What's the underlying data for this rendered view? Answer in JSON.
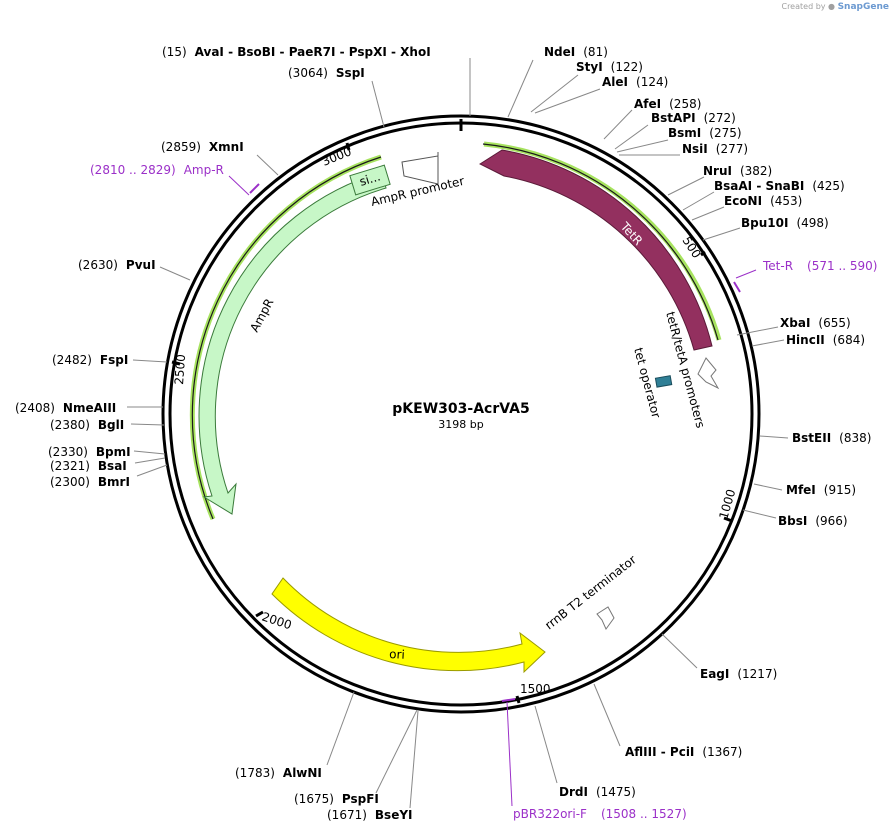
{
  "brand": {
    "prefix": "Created by",
    "name": "SnapGene"
  },
  "plasmid": {
    "name": "pKEW303-AcrVA5",
    "length_label": "3198 bp",
    "length": 3198
  },
  "ticks": [
    "500",
    "1000",
    "1500",
    "2000",
    "2500",
    "3000"
  ],
  "enzymes": [
    {
      "id": "xhoi-group",
      "pos": "(15)",
      "name": "AvaI  - BsoBI  - PaeR7I  - PspXI  - XhoI"
    },
    {
      "id": "sspi",
      "pos": "(3064)",
      "name": "SspI"
    },
    {
      "id": "ndei",
      "pos": "(81)",
      "name": "NdeI"
    },
    {
      "id": "styi",
      "pos": "(122)",
      "name": "StyI"
    },
    {
      "id": "alei",
      "pos": "(124)",
      "name": "AleI"
    },
    {
      "id": "afei",
      "pos": "(258)",
      "name": "AfeI"
    },
    {
      "id": "bstapi",
      "pos": "(272)",
      "name": "BstAPI"
    },
    {
      "id": "bsmi",
      "pos": "(275)",
      "name": "BsmI"
    },
    {
      "id": "nsii",
      "pos": "(277)",
      "name": "NsiI"
    },
    {
      "id": "nrui",
      "pos": "(382)",
      "name": "NruI"
    },
    {
      "id": "bsaai",
      "pos": "(425)",
      "name": "BsaAI  - SnaBI"
    },
    {
      "id": "econi",
      "pos": "(453)",
      "name": "EcoNI"
    },
    {
      "id": "bpu10i",
      "pos": "(498)",
      "name": "Bpu10I"
    },
    {
      "id": "xbai",
      "pos": "(655)",
      "name": "XbaI"
    },
    {
      "id": "hincii",
      "pos": "(684)",
      "name": "HincII"
    },
    {
      "id": "bsteii",
      "pos": "(838)",
      "name": "BstEII"
    },
    {
      "id": "mfei",
      "pos": "(915)",
      "name": "MfeI"
    },
    {
      "id": "bbsi",
      "pos": "(966)",
      "name": "BbsI"
    },
    {
      "id": "eagi",
      "pos": "(1217)",
      "name": "EagI"
    },
    {
      "id": "afliii",
      "pos": "(1367)",
      "name": "AflIII  - PciI"
    },
    {
      "id": "drdi",
      "pos": "(1475)",
      "name": "DrdI"
    },
    {
      "id": "alwni",
      "pos": "(1783)",
      "name": "AlwNI"
    },
    {
      "id": "pspfi",
      "pos": "(1675)",
      "name": "PspFI"
    },
    {
      "id": "bseyi",
      "pos": "(1671)",
      "name": "BseYI"
    },
    {
      "id": "bmri",
      "pos": "(2300)",
      "name": "BmrI"
    },
    {
      "id": "bsai",
      "pos": "(2321)",
      "name": "BsaI"
    },
    {
      "id": "bpmi",
      "pos": "(2330)",
      "name": "BpmI"
    },
    {
      "id": "bgli",
      "pos": "(2380)",
      "name": "BglI"
    },
    {
      "id": "nmeaiii",
      "pos": "(2408)",
      "name": "NmeAIII"
    },
    {
      "id": "fspi",
      "pos": "(2482)",
      "name": "FspI"
    },
    {
      "id": "pvui",
      "pos": "(2630)",
      "name": "PvuI"
    },
    {
      "id": "xmni",
      "pos": "(2859)",
      "name": "XmnI"
    }
  ],
  "primers": [
    {
      "id": "amp-r",
      "name": "Amp-R",
      "range": "(2810 .. 2829)"
    },
    {
      "id": "tet-r",
      "name": "Tet-R",
      "range": "(571 .. 590)"
    },
    {
      "id": "pbr322ori-f",
      "name": "pBR322ori-F",
      "range": "(1508 .. 1527)"
    }
  ],
  "features": {
    "tetr": "TetR",
    "ampr": "AmpR",
    "ori": "ori",
    "ampr_promoter": "AmpR promoter",
    "signal": "si...",
    "tetr_tetA_promoters": "tetR/tetA promoters",
    "tet_operator": "tet operator",
    "rrnb": "rrnB T2 terminator"
  },
  "colors": {
    "tetr": "#93305f",
    "ampr": "#c7f7c7",
    "ori": "#ffff00",
    "primer": "#9b30c8",
    "operator": "#2f7f96",
    "highlight": "#9ee05a"
  }
}
